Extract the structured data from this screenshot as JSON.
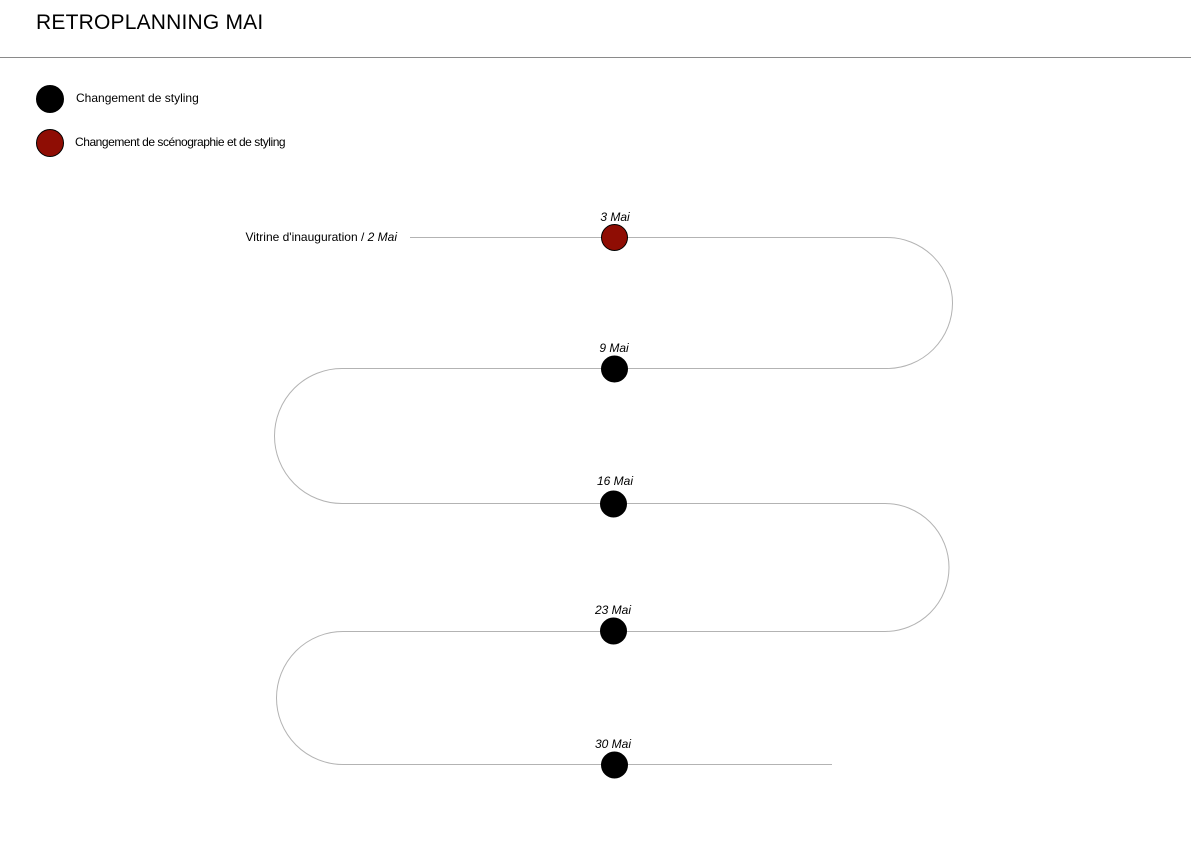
{
  "title": "RETROPLANNING MAI",
  "colors": {
    "styling": "#000000",
    "scenography": "#8f0d04",
    "path": "#b3b3b3",
    "rule": "#8a8a8a"
  },
  "legend": [
    {
      "label": "Changement de styling",
      "type": "styling",
      "icon": "black-dot-icon"
    },
    {
      "label": "Changement de scénographie et de styling",
      "type": "scenography",
      "icon": "red-dot-icon"
    }
  ],
  "start": {
    "label": "Vitrine d'inauguration / ",
    "date": "2 Mai"
  },
  "milestones": [
    {
      "date": "3 Mai",
      "type": "scenography"
    },
    {
      "date": "9 Mai",
      "type": "styling"
    },
    {
      "date": "16 Mai",
      "type": "styling"
    },
    {
      "date": "23 Mai",
      "type": "styling"
    },
    {
      "date": "30 Mai",
      "type": "styling"
    }
  ]
}
